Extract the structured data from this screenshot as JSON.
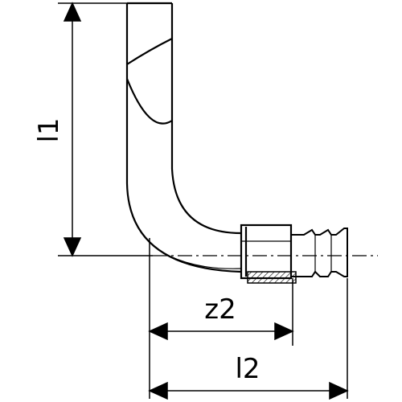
{
  "diagram": {
    "dimension_labels": {
      "l1": "l1",
      "z2": "z2",
      "l2": "l2"
    },
    "colors": {
      "line": "#000000",
      "background": "#ffffff"
    }
  }
}
